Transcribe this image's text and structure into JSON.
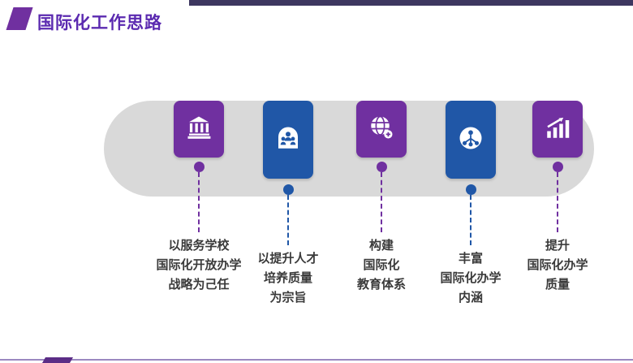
{
  "slide": {
    "title": "国际化工作思路",
    "colors": {
      "purple": "#7030a0",
      "blue": "#2057a7",
      "band_gray": "#d9d9d9",
      "title": "#5b2ab0",
      "top_bar": "#3d3760"
    }
  },
  "steps": [
    {
      "icon": "bank-icon",
      "color": "purple",
      "text": "以服务学校\n国际化开放办学\n战略为己任"
    },
    {
      "icon": "people-icon",
      "color": "blue",
      "text": "以提升人才\n培养质量\n为宗旨"
    },
    {
      "icon": "globe-icon",
      "color": "purple",
      "text": "构建\n国际化\n教育体系"
    },
    {
      "icon": "network-icon",
      "color": "blue",
      "text": "丰富\n国际化办学\n内涵"
    },
    {
      "icon": "chart-icon",
      "color": "purple",
      "text": "提升\n国际化办学\n质量"
    }
  ]
}
